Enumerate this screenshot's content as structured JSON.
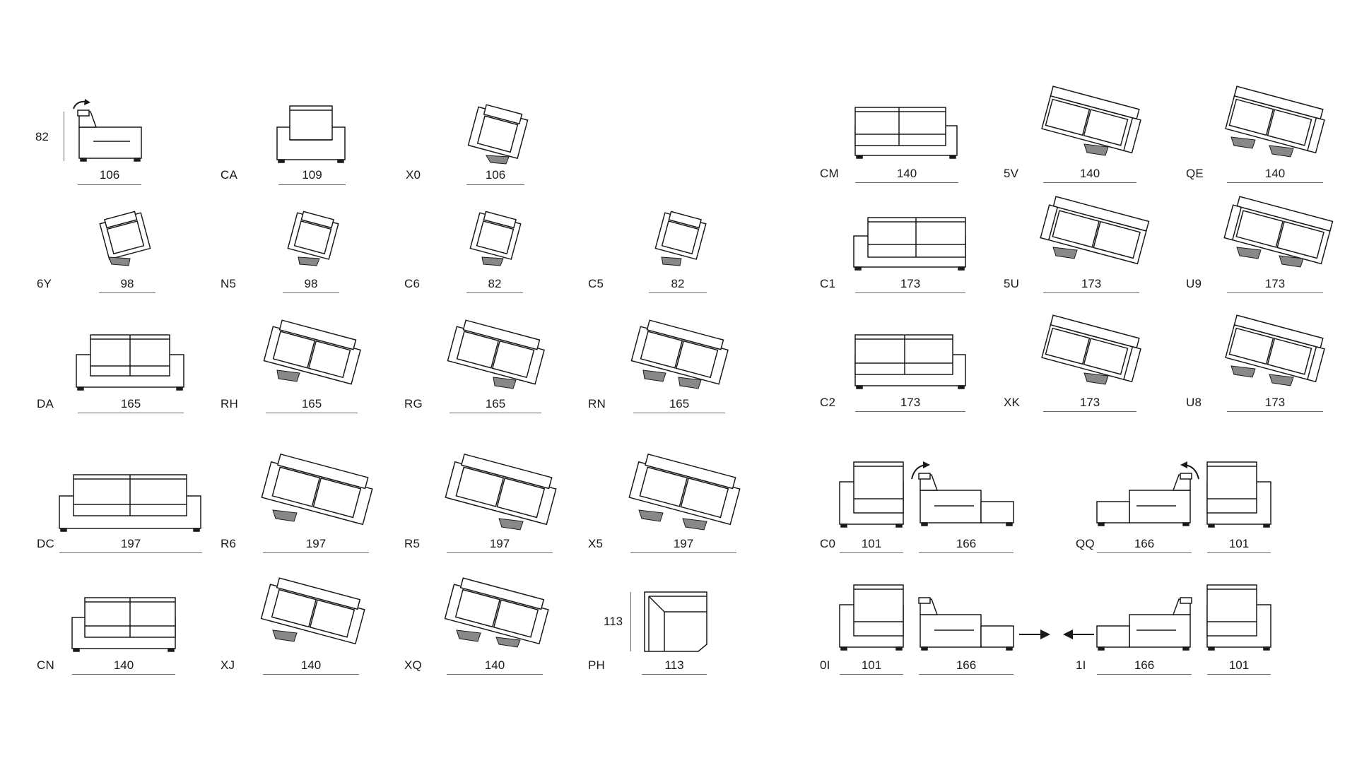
{
  "left": {
    "rows": [
      {
        "items": [
          {
            "code": "",
            "width": "106",
            "height_label": "82",
            "kind": "recliner-side"
          },
          {
            "code": "CA",
            "width": "109",
            "kind": "armchair"
          },
          {
            "code": "X0",
            "width": "106",
            "kind": "armchair-tilted"
          }
        ]
      },
      {
        "items": [
          {
            "code": "6Y",
            "width": "98",
            "kind": "armless-tilted-a"
          },
          {
            "code": "N5",
            "width": "98",
            "kind": "armless-tilted-b"
          },
          {
            "code": "C6",
            "width": "82",
            "kind": "armless-tilted-c"
          },
          {
            "code": "C5",
            "width": "82",
            "kind": "armless-tilted-d"
          }
        ]
      },
      {
        "items": [
          {
            "code": "DA",
            "width": "165",
            "kind": "sofa2"
          },
          {
            "code": "RH",
            "width": "165",
            "kind": "sofa2-tilted-left"
          },
          {
            "code": "RG",
            "width": "165",
            "kind": "sofa2-tilted-right"
          },
          {
            "code": "RN",
            "width": "165",
            "kind": "sofa2-tilted-both"
          }
        ]
      },
      {
        "items": [
          {
            "code": "DC",
            "width": "197",
            "kind": "sofa3"
          },
          {
            "code": "R6",
            "width": "197",
            "kind": "sofa3-tilted-left"
          },
          {
            "code": "R5",
            "width": "197",
            "kind": "sofa3-tilted-right"
          },
          {
            "code": "X5",
            "width": "197",
            "kind": "sofa3-tilted-both"
          }
        ]
      },
      {
        "items": [
          {
            "code": "CN",
            "width": "140",
            "kind": "sofa2-narrow"
          },
          {
            "code": "XJ",
            "width": "140",
            "kind": "sofa2n-tilted-left"
          },
          {
            "code": "XQ",
            "width": "140",
            "kind": "sofa2n-tilted-both"
          },
          {
            "code": "PH",
            "width": "113",
            "height_label": "113",
            "kind": "corner"
          }
        ]
      }
    ]
  },
  "right": {
    "rows": [
      {
        "items": [
          {
            "code": "CM",
            "width": "140",
            "kind": "sofa-one-arm-right"
          },
          {
            "code": "5V",
            "width": "140",
            "kind": "one-arm-tilted-right"
          },
          {
            "code": "QE",
            "width": "140",
            "kind": "one-arm-tilted-both"
          }
        ]
      },
      {
        "items": [
          {
            "code": "C1",
            "width": "173",
            "kind": "sofa-one-arm-left"
          },
          {
            "code": "5U",
            "width": "173",
            "kind": "one-arm-tilted-left"
          },
          {
            "code": "U9",
            "width": "173",
            "kind": "one-arm-tilted-both"
          }
        ]
      },
      {
        "items": [
          {
            "code": "C2",
            "width": "173",
            "kind": "sofa-one-arm-right"
          },
          {
            "code": "XK",
            "width": "173",
            "kind": "one-arm-tilted-right"
          },
          {
            "code": "U8",
            "width": "173",
            "kind": "one-arm-tilted-both"
          }
        ]
      },
      {
        "pairs": [
          {
            "code": "C0",
            "widths": [
              "101",
              "166"
            ]
          },
          {
            "code": "QQ",
            "widths": [
              "166",
              "101"
            ]
          }
        ]
      },
      {
        "pairs": [
          {
            "code": "0I",
            "widths": [
              "101",
              "166"
            ]
          },
          {
            "code": "1I",
            "widths": [
              "166",
              "101"
            ]
          }
        ]
      }
    ]
  }
}
